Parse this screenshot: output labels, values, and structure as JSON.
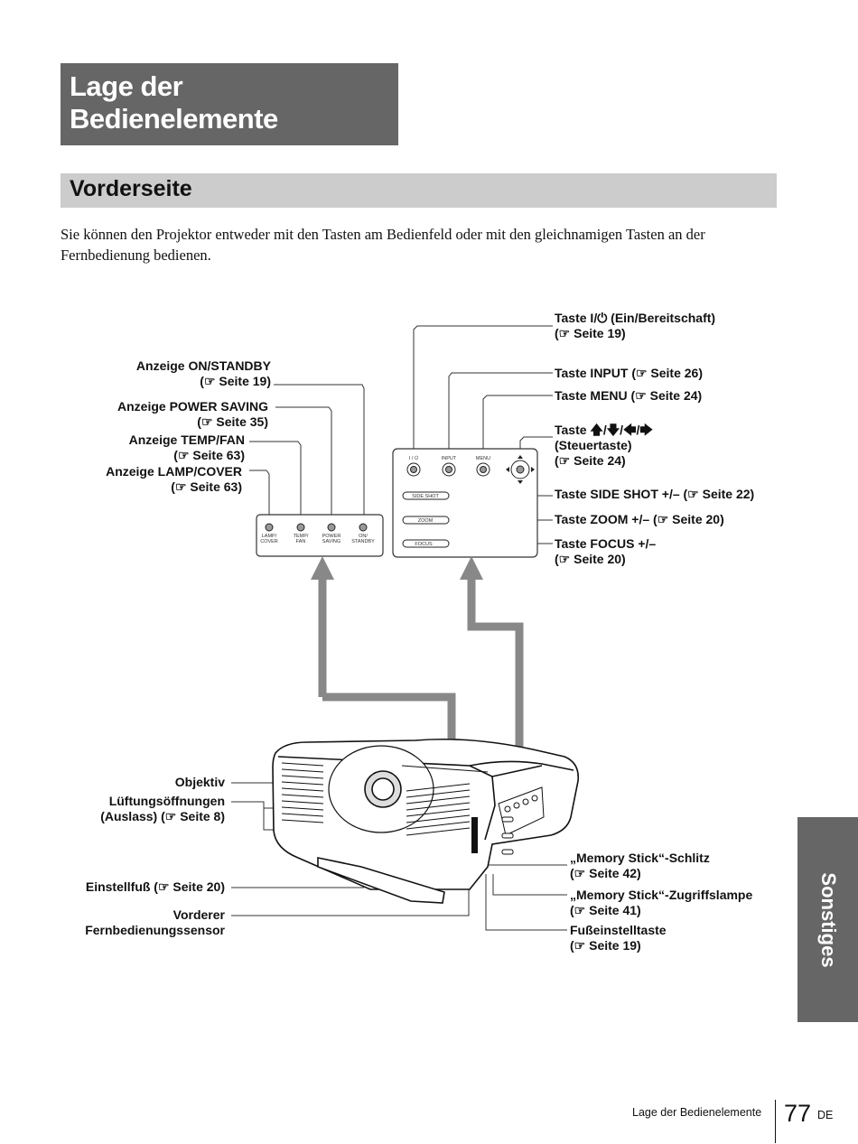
{
  "page": {
    "title": "Lage der Bedienelemente",
    "section": "Vorderseite",
    "intro": "Sie können den Projektor entweder mit den Tasten am Bedienfeld oder mit den gleichnamigen Tasten an der Fernbedienung bedienen.",
    "side_tab": "Sonstiges",
    "footer_label": "Lage der Bedienelemente",
    "page_number": "77",
    "page_suffix": "DE"
  },
  "labels_left": {
    "on_standby": {
      "name": "Anzeige ON/STANDBY",
      "ref": "(☞ Seite 19)"
    },
    "power_saving": {
      "name": "Anzeige POWER SAVING",
      "ref": "(☞ Seite 35)"
    },
    "temp_fan": {
      "name": "Anzeige TEMP/FAN",
      "ref": "(☞ Seite 63)"
    },
    "lamp_cover": {
      "name": "Anzeige LAMP/COVER",
      "ref": "(☞ Seite 63)"
    },
    "objektiv": {
      "name": "Objektiv"
    },
    "vents": {
      "name": "Lüftungsöffnungen",
      "ref": "(Auslass) (☞ Seite 8)"
    },
    "foot": {
      "name": "Einstellfuß (☞ Seite 20)"
    },
    "sensor": {
      "name": "Vorderer",
      "ref": "Fernbedienungssensor"
    }
  },
  "labels_right": {
    "power_key": {
      "name": "Taste I/⏻ (Ein/Bereitschaft)",
      "ref": "(☞ Seite 19)"
    },
    "input_key": {
      "name": "Taste INPUT (☞ Seite 26)"
    },
    "menu_key": {
      "name": "Taste MENU (☞ Seite 24)"
    },
    "arrow_key": {
      "name": "Taste 🡅/🡇/🡄/🡆",
      "sub": "(Steuertaste)",
      "ref": "(☞ Seite 24)"
    },
    "side_shot": {
      "name": "Taste SIDE SHOT +/– (☞ Seite 22)"
    },
    "zoom": {
      "name": "Taste ZOOM +/– (☞ Seite 20)"
    },
    "focus": {
      "name": "Taste FOCUS +/–",
      "ref": "(☞ Seite 20)"
    },
    "ms_slot": {
      "name": "„Memory Stick“-Schlitz",
      "ref": "(☞ Seite 42)"
    },
    "ms_lamp": {
      "name": "„Memory Stick“-Zugriffslampe",
      "ref": "(☞ Seite 41)"
    },
    "foot_key": {
      "name": "Fußeinstelltaste",
      "ref": "(☞ Seite 19)"
    }
  },
  "indicator_panel": {
    "lamp": "LAMP/",
    "lamp2": "COVER",
    "temp": "TEMP/",
    "temp2": "FAN",
    "power": "POWER",
    "power2": "SAVING",
    "on": "ON/",
    "on2": "STANDBY"
  },
  "button_panel": {
    "power": "I / ⏻",
    "input": "INPUT",
    "menu": "MENU",
    "side_shot": "SIDE SHOT",
    "zoom": "ZOOM",
    "focus": "FOCUS"
  }
}
